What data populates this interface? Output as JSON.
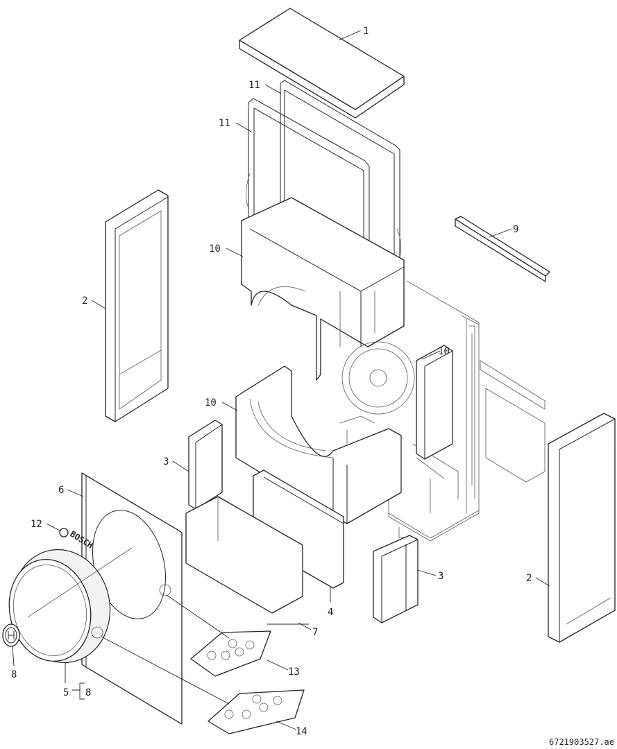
{
  "diagram": {
    "labels": {
      "top_cover": "1",
      "side_panel_left": "2",
      "side_panel_right": "2",
      "corner_post_left": "3",
      "corner_post_right": "3",
      "front_inner_panel": "4",
      "fan_grille": "5",
      "fan_grille_ref": "8",
      "front_panel": "6",
      "insulation_panel": "7",
      "logo_badge": "8",
      "bracket": "9",
      "upper_frame": "10",
      "fan_frame": "10",
      "lower_frame": "10",
      "gasket_rear": "11",
      "gasket_front": "11",
      "brand_badge": "12",
      "screw_kit_a": "13",
      "screw_kit_b": "14"
    },
    "brand_text": "BOSCH",
    "drawing_code": "6721903527.ae"
  }
}
